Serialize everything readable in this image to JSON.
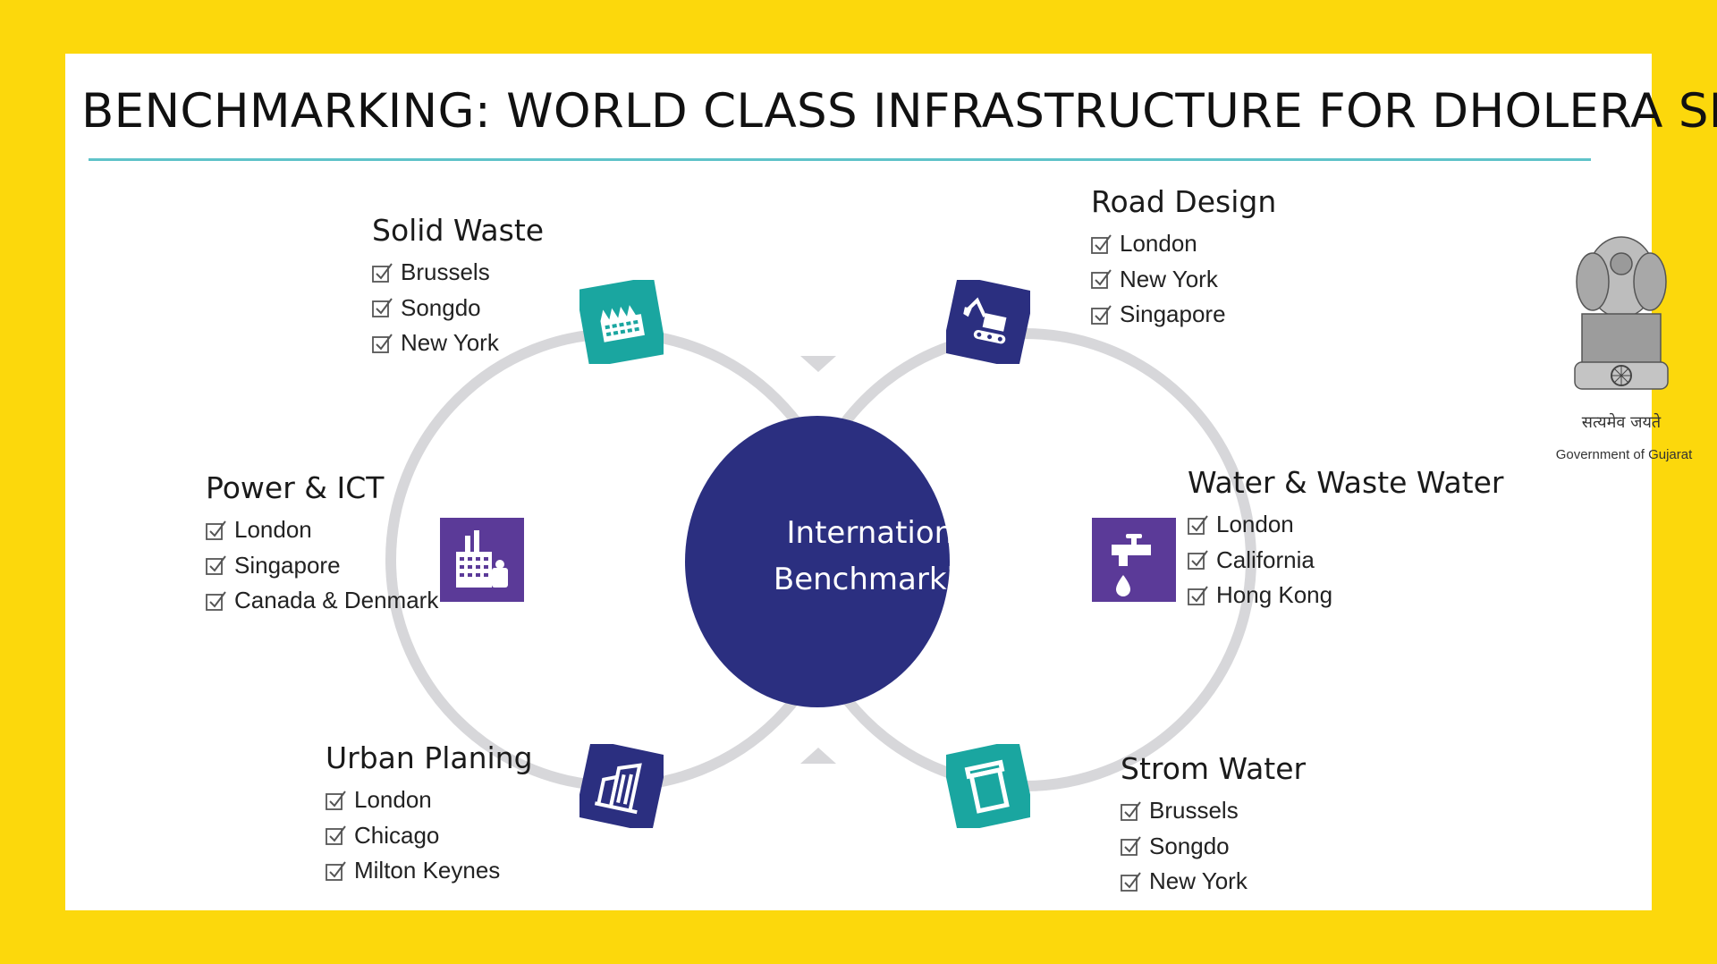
{
  "title": "BENCHMARKING: WORLD CLASS INFRASTRUCTURE FOR DHOLERA SIR",
  "center": {
    "line1": "International",
    "line2": "Benchmarking"
  },
  "colors": {
    "navy": "#2b2f80",
    "teal": "#1aa6a0",
    "purple": "#5b3a98",
    "ring": "#d7d7da",
    "accent_rule": "#5fc3c9",
    "frame": "#fcd80c"
  },
  "groups": {
    "solid_waste": {
      "title": "Solid Waste",
      "items": [
        "Brussels",
        "Songdo",
        "New York"
      ],
      "icon": "factory-icon"
    },
    "road_design": {
      "title": "Road Design",
      "items": [
        "London",
        "New York",
        "Singapore"
      ],
      "icon": "excavator-icon"
    },
    "power_ict": {
      "title": "Power & ICT",
      "items": [
        "London",
        "Singapore",
        "Canada & Denmark"
      ],
      "icon": "power-plant-icon"
    },
    "water": {
      "title": "Water & Waste Water",
      "items": [
        "London",
        "California",
        "Hong Kong"
      ],
      "icon": "water-tap-icon"
    },
    "urban": {
      "title": "Urban Planing",
      "items": [
        "London",
        "Chicago",
        "Milton Keynes"
      ],
      "icon": "buildings-icon"
    },
    "storm": {
      "title": "Strom Water",
      "items": [
        "Brussels",
        "Songdo",
        "New York"
      ],
      "icon": "water-tank-icon"
    }
  },
  "emblem": {
    "motto": "सत्यमेव जयते",
    "caption": "Government of Gujarat"
  }
}
